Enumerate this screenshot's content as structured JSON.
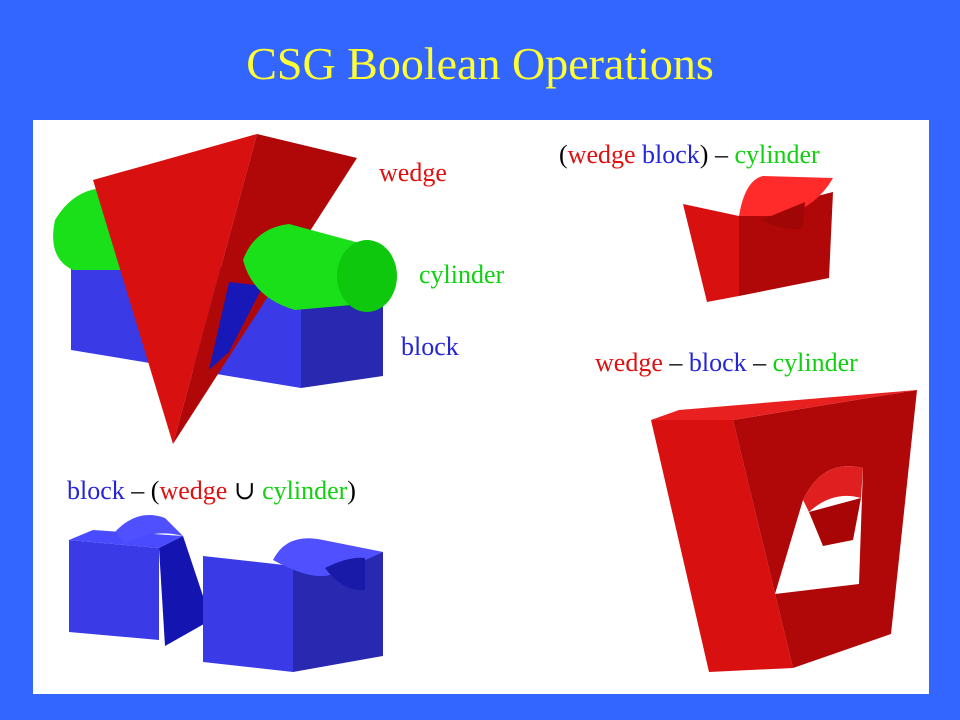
{
  "title": "CSG Boolean Operations",
  "labels": {
    "wedge": "wedge",
    "cylinder": "cylinder",
    "block": "block"
  },
  "expr_top_right": {
    "open": "(",
    "wedge": "wedge",
    "op": "",
    "block": "block",
    "close_minus": ") – ",
    "cylinder": "cylinder"
  },
  "expr_mid_right": {
    "wedge": "wedge",
    "minus1": " – ",
    "block": "block",
    "minus2": " – ",
    "cylinder": "cylinder"
  },
  "expr_bottom_left": {
    "block": "block",
    "minus_open": " – (",
    "wedge": "wedge",
    "union": " ∪ ",
    "cylinder": "cylinder",
    "close": ")"
  },
  "colors": {
    "red": "#e01010",
    "blue": "#2424d8",
    "green": "#10d010",
    "title": "#ffff33",
    "background": "#3366ff"
  }
}
